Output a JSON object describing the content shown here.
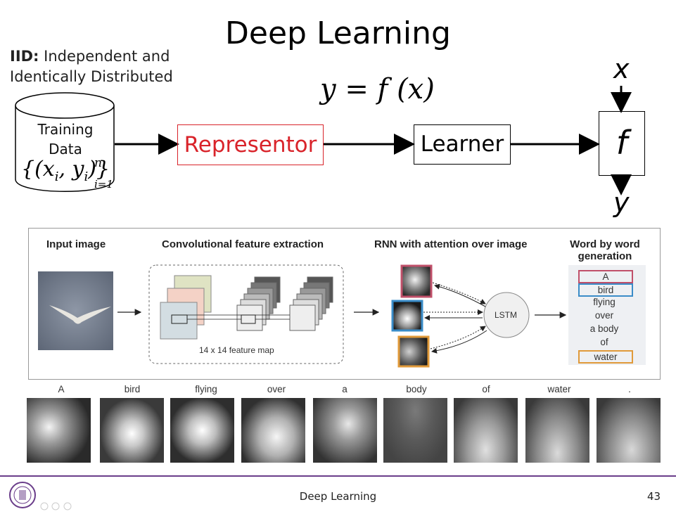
{
  "slide": {
    "title": "Deep Learning",
    "iid_bold": "IID:",
    "iid_rest": " Independent and",
    "iid_line2": "Identically Distributed",
    "equation": "y = f (x)",
    "training_label_1": "Training",
    "training_label_2": "Data",
    "training_formula_main": "{(x",
    "training_formula_sub_i": "i",
    "training_formula_mid": ", y",
    "training_formula_end": ")}",
    "training_formula_sup": "n",
    "training_formula_subrange": "i=1",
    "representor": "Representor",
    "learner": "Learner",
    "f_label": "f",
    "x_label": "x",
    "y_label": "y"
  },
  "panel": {
    "input_header": "Input image",
    "conv_header": "Convolutional feature extraction",
    "rnn_header": "RNN with attention over image",
    "gen_header_1": "Word by word",
    "gen_header_2": "generation",
    "feature_map_label": "14 x 14 feature map",
    "lstm_label": "LSTM",
    "words": [
      "A",
      "bird",
      "flying",
      "over",
      "a body",
      "of",
      "water"
    ]
  },
  "strip": {
    "words": [
      "A",
      "bird",
      "flying",
      "over",
      "a",
      "body",
      "of",
      "water",
      "."
    ]
  },
  "footer": {
    "title": "Deep Learning",
    "page": "43"
  },
  "colors": {
    "accent_red": "#d9232a",
    "footer_purple": "#6a3d8a",
    "attention_pink": "#c0506a",
    "attention_blue": "#3a8cc8",
    "attention_orange": "#e09a3a"
  }
}
